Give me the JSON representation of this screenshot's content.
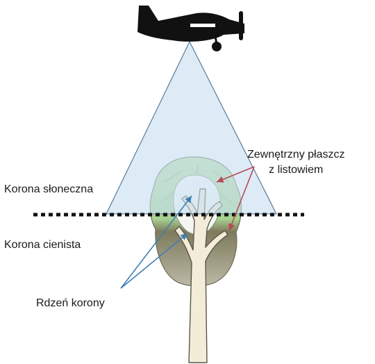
{
  "labels": {
    "sunlit_crown": "Korona słoneczna",
    "shaded_crown": "Korona cienista",
    "crown_core": "Rdzeń korony",
    "outer_mantle_line1": "Zewnętrzny płaszcz",
    "outer_mantle_line2": "z listowiem"
  },
  "icons": {
    "aircraft": "airplane-icon"
  },
  "colors": {
    "sunlit_foliage": "#b8dca0",
    "shaded_foliage": "#8a8a6e",
    "light_cone": "#c7deef",
    "blue_arrow": "#3e7fb5",
    "red_arrow": "#b84a55",
    "trunk": "#f3ecd8"
  }
}
